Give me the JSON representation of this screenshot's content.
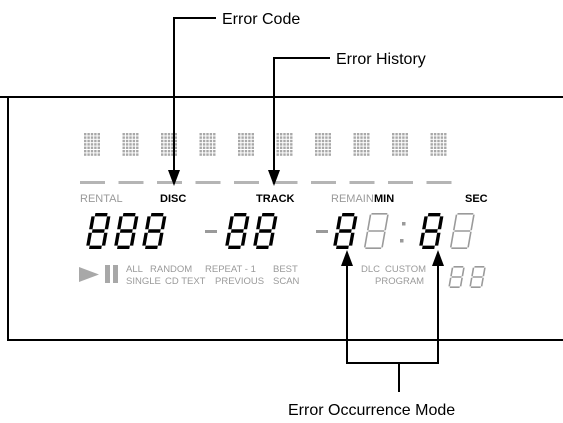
{
  "callouts": {
    "error_code": "Error Code",
    "error_history": "Error History",
    "error_occurrence_mode": "Error Occurrence Mode"
  },
  "indicators": {
    "rental": "RENTAL",
    "disc": "DISC",
    "track": "TRACK",
    "remain": "REMAIN",
    "min": "MIN",
    "sec": "SEC"
  },
  "mode_labels": {
    "row1": [
      "ALL",
      "RANDOM",
      "REPEAT - 1",
      "BEST",
      "DLC",
      "CUSTOM"
    ],
    "row2": [
      "SINGLE",
      "CD TEXT",
      "PREVIOUS",
      "SCAN",
      "PROGRAM"
    ]
  },
  "digits": {
    "disc": "888",
    "track": "88",
    "remain": "8",
    "min": "8",
    "sec": "8",
    "sep": "-",
    "colon": ":"
  },
  "icons": [
    "play-icon",
    "pause-icon"
  ],
  "colors": {
    "active": "#000000",
    "dim": "#9a9a9a",
    "dot_matrix": "#a8a8a8",
    "line": "#000000"
  }
}
